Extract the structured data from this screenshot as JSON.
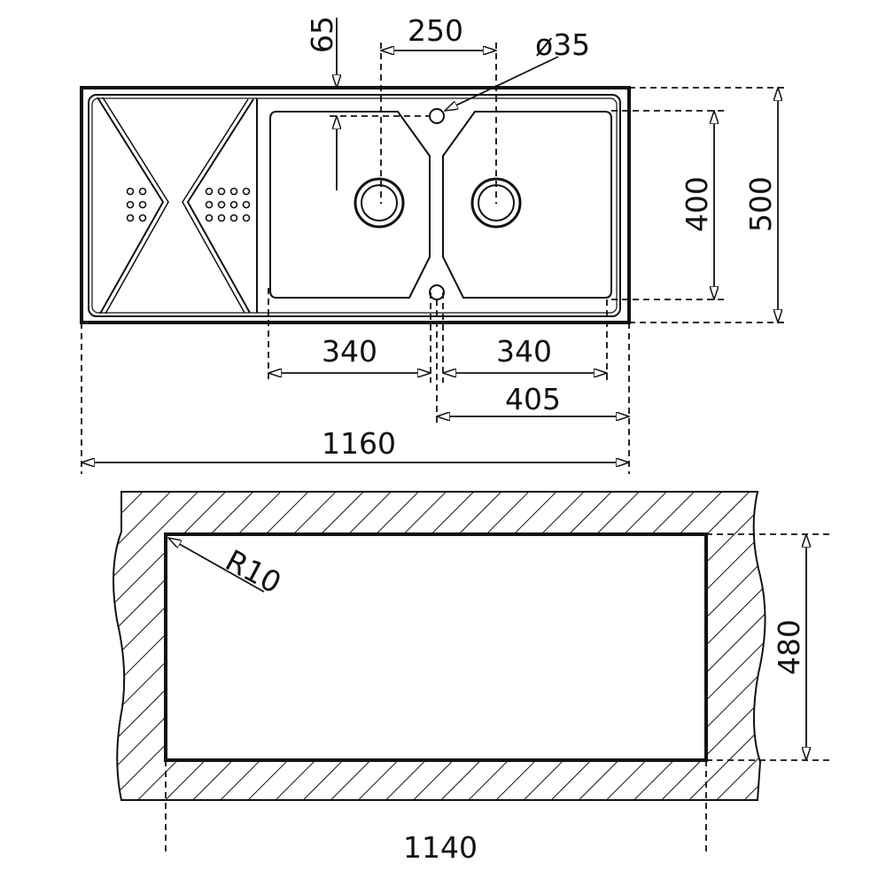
{
  "top_view": {
    "dim_65": "65",
    "dim_250": "250",
    "dim_hole": "ø35",
    "dim_400": "400",
    "dim_500": "500",
    "dim_340_left": "340",
    "dim_340_right": "340",
    "dim_405": "405",
    "dim_1160": "1160"
  },
  "cutout_view": {
    "radius": "R10",
    "dim_480": "480",
    "dim_1140": "1140"
  }
}
